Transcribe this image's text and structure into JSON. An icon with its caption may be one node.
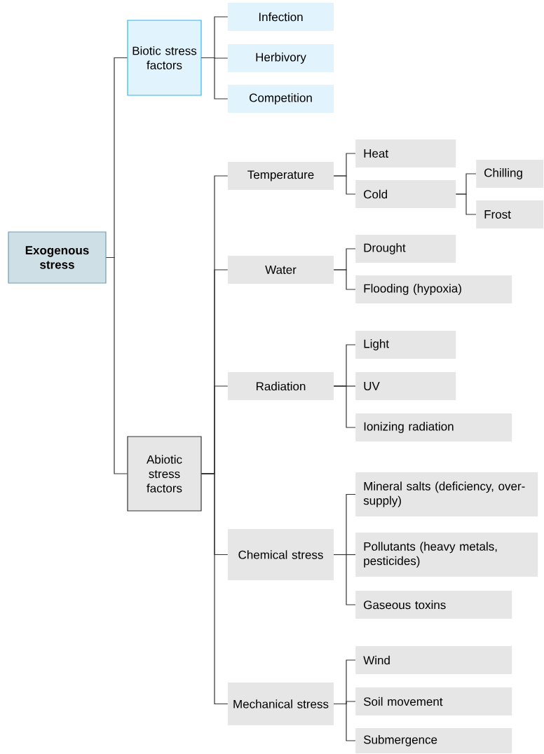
{
  "diagram": {
    "nodes": [
      {
        "text": [
          "Exogenous stress"
        ]
      },
      {
        "text": [
          "Biotic stress factors"
        ]
      },
      {
        "text": [
          "Infection"
        ]
      },
      {
        "text": [
          "Herbivory"
        ]
      },
      {
        "text": [
          "Competition"
        ]
      },
      {
        "text": [
          "Abiotic stress factors"
        ]
      },
      {
        "text": [
          "Temperature"
        ]
      },
      {
        "text": [
          "Heat"
        ]
      },
      {
        "text": [
          "Cold"
        ]
      },
      {
        "text": [
          "Chilling"
        ]
      },
      {
        "text": [
          "Frost"
        ]
      },
      {
        "text": [
          "Water"
        ]
      },
      {
        "text": [
          "Drought"
        ]
      },
      {
        "text": [
          "Flooding (hypoxia)"
        ]
      },
      {
        "text": [
          "Radiation"
        ]
      },
      {
        "text": [
          "Light"
        ]
      },
      {
        "text": [
          "UV"
        ]
      },
      {
        "text": [
          "Ionizing radiation"
        ]
      },
      {
        "text": [
          "Chemical stress"
        ]
      },
      {
        "text": [
          "Mineral salts (deficiency, over-supply)"
        ]
      },
      {
        "text": [
          "Pollutants (heavy metals, pesticides)"
        ]
      },
      {
        "text": [
          "Gaseous toxins"
        ]
      },
      {
        "text": [
          "Mechanical stress"
        ]
      },
      {
        "text": [
          "Wind"
        ]
      },
      {
        "text": [
          "Soil movement"
        ]
      },
      {
        "text": [
          "Submergence"
        ]
      }
    ],
    "edges": [
      {
        "from": 0,
        "to": 1,
        "arrow": "none"
      },
      {
        "from": 0,
        "to": 5,
        "arrow": "none"
      },
      {
        "from": 1,
        "to": 2,
        "arrow": "none"
      },
      {
        "from": 1,
        "to": 3,
        "arrow": "none"
      },
      {
        "from": 1,
        "to": 4,
        "arrow": "none"
      },
      {
        "from": 5,
        "to": 6,
        "arrow": "none"
      },
      {
        "from": 5,
        "to": 11,
        "arrow": "none"
      },
      {
        "from": 5,
        "to": 14,
        "arrow": "none"
      },
      {
        "from": 5,
        "to": 18,
        "arrow": "none"
      },
      {
        "from": 5,
        "to": 22,
        "arrow": "none"
      },
      {
        "from": 6,
        "to": 7,
        "arrow": "none"
      },
      {
        "from": 6,
        "to": 8,
        "arrow": "none"
      },
      {
        "from": 8,
        "to": 9,
        "arrow": "none"
      },
      {
        "from": 8,
        "to": 10,
        "arrow": "none"
      },
      {
        "from": 11,
        "to": 12,
        "arrow": "none"
      },
      {
        "from": 11,
        "to": 13,
        "arrow": "none"
      },
      {
        "from": 14,
        "to": 15,
        "arrow": "none"
      },
      {
        "from": 14,
        "to": 16,
        "arrow": "none"
      },
      {
        "from": 14,
        "to": 17,
        "arrow": "none"
      },
      {
        "from": 18,
        "to": 19,
        "arrow": "none"
      },
      {
        "from": 18,
        "to": 20,
        "arrow": "none"
      },
      {
        "from": 18,
        "to": 21,
        "arrow": "none"
      },
      {
        "from": 22,
        "to": 23,
        "arrow": "none"
      },
      {
        "from": 22,
        "to": 24,
        "arrow": "none"
      },
      {
        "from": 22,
        "to": 25,
        "arrow": "none"
      }
    ]
  }
}
